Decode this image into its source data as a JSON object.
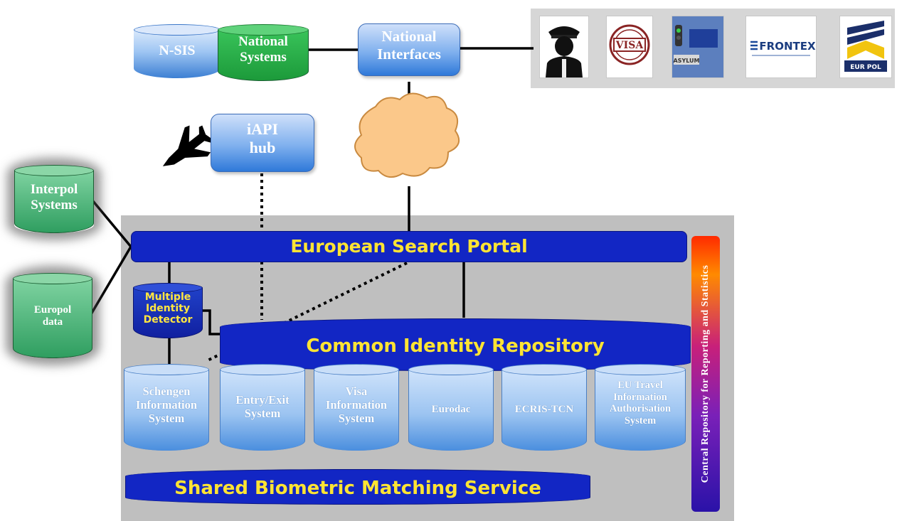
{
  "top_row": {
    "n_sis": "N-SIS",
    "national_systems": "National Systems",
    "national_interfaces": "National Interfaces"
  },
  "iapi_hub": {
    "line1": "iAPI",
    "line2": "hub"
  },
  "external_sources": {
    "interpol": "Interpol Systems",
    "europol_data": "Europol data"
  },
  "logos": {
    "visa_text": "VISA",
    "frontex_text": "FRONTEX",
    "europol_text": "EUR POL",
    "asylum_text": "ASYLUM"
  },
  "components": {
    "european_search_portal": "European Search Portal",
    "multiple_identity_detector": "Multiple Identity Detector",
    "common_identity_repository": "Common Identity Repository",
    "shared_biometric_matching_service": "Shared Biometric Matching Service",
    "central_repository": "Central Repository for Reporting and Statistics"
  },
  "databases": [
    "Schengen Information System",
    "Entry/Exit System",
    "Visa Information System",
    "Eurodac",
    "ECRIS-TCN",
    "EU Travel Information Authorisation System"
  ],
  "colors": {
    "bar_blue": "#1226c4",
    "bar_text": "#ffe433",
    "platform_gray": "#bfbfbf",
    "green_db": "#2f9e60"
  }
}
